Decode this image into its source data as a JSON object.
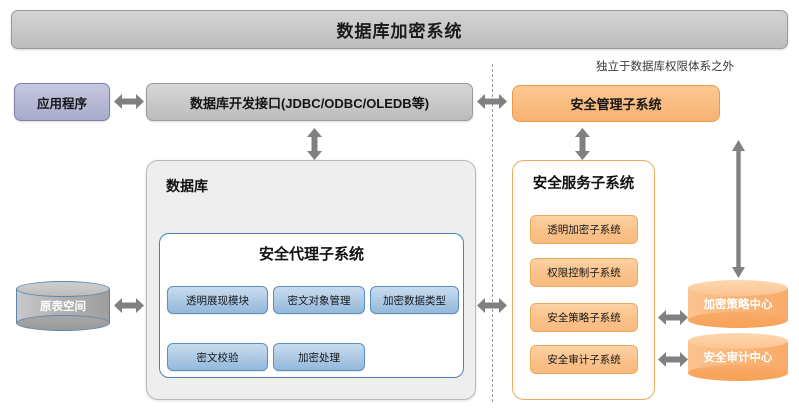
{
  "diagram": {
    "title": "数据库加密系统",
    "note": "独立于数据库权限体系之外",
    "left_column": {
      "application": "应用程序",
      "api_interface": "数据库开发接口(JDBC/ODBC/OLEDB等)",
      "tablespace_cylinder": "原表空间",
      "database_container": {
        "title": "数据库",
        "agent_subsystem": {
          "title": "安全代理子系统",
          "modules": [
            "透明展现模块",
            "密文对象管理",
            "加密数据类型",
            "密文校验",
            "加密处理"
          ]
        }
      }
    },
    "right_column": {
      "security_management": "安全管理子系统",
      "security_service": {
        "title": "安全服务子系统",
        "items": [
          "透明加密子系统",
          "权限控制子系统",
          "安全策略子系统",
          "安全审计子系统"
        ]
      },
      "centers": [
        "加密策略中心",
        "安全审计中心"
      ]
    },
    "icons": {
      "arrow_bidirectional_horizontal": "double-arrow-horizontal-icon",
      "arrow_bidirectional_vertical": "double-arrow-vertical-icon",
      "divider": "dashed-vertical-divider"
    },
    "colors": {
      "title_bar": "#c9c9c9",
      "application": "#b5b7d4",
      "api_interface": "#c9c9c9",
      "security_orange": "#f9bb7f",
      "module_blue": "#aecae4",
      "cylinder_gray": "#b2b2b2",
      "cylinder_orange": "#f9b67a",
      "arrow_gray": "#808080",
      "agent_border_blue": "#4a82b8"
    }
  }
}
